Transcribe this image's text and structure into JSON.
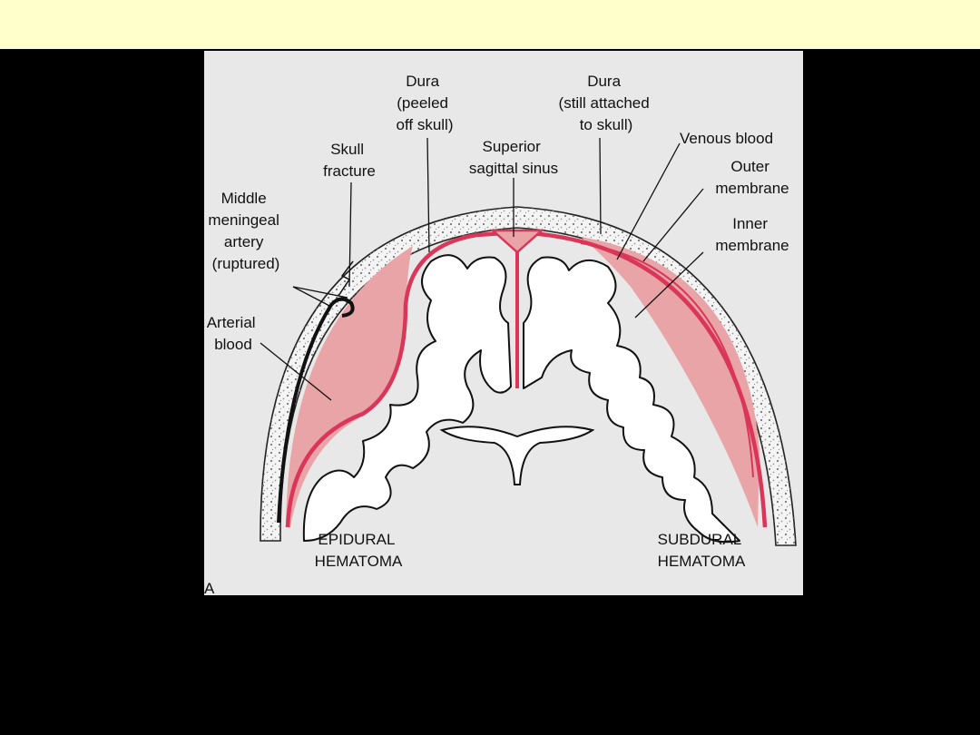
{
  "slide": {
    "title_bar_color": "#ffffcc",
    "background_color": "#000000"
  },
  "figure": {
    "panel_letter": "A",
    "colors": {
      "hematoma": "#e8a4a6",
      "dura": "#d9365a",
      "bone": "#f4f4f4",
      "background": "#e8e8e8"
    },
    "labels": {
      "middle_meningeal": [
        "Middle",
        "meningeal",
        "artery",
        "(ruptured)"
      ],
      "arterial_blood": [
        "Arterial",
        "blood"
      ],
      "skull_fracture": [
        "Skull",
        "fracture"
      ],
      "dura_peeled": [
        "Dura",
        "(peeled",
        "off skull)"
      ],
      "superior_sinus": [
        "Superior",
        "sagittal sinus"
      ],
      "dura_attached": [
        "Dura",
        "(still attached",
        "to skull)"
      ],
      "venous_blood": [
        "Venous blood"
      ],
      "outer_membrane": [
        "Outer",
        "membrane"
      ],
      "inner_membrane": [
        "Inner",
        "membrane"
      ],
      "epidural": [
        "EPIDURAL",
        "HEMATOMA"
      ],
      "subdural": [
        "SUBDURAL",
        "HEMATOMA"
      ]
    }
  }
}
